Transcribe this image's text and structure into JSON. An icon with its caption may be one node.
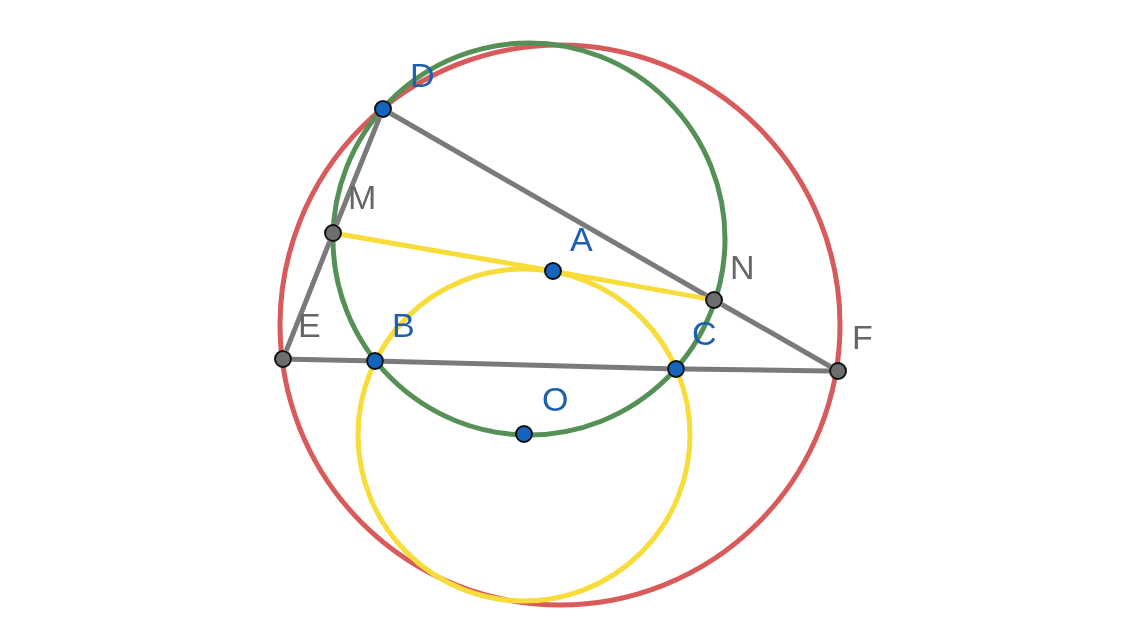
{
  "diagram": {
    "nodes": [
      {
        "text": [
          "D"
        ]
      },
      {
        "text": [
          "M"
        ]
      },
      {
        "text": [
          "A"
        ]
      },
      {
        "text": [
          "N"
        ]
      },
      {
        "text": [
          "E"
        ]
      },
      {
        "text": [
          "B"
        ]
      },
      {
        "text": [
          "C"
        ]
      },
      {
        "text": [
          "F"
        ]
      },
      {
        "text": [
          "O"
        ]
      }
    ],
    "edges": [
      {
        "from": 0,
        "to": 1,
        "arrow": "none"
      },
      {
        "from": 1,
        "to": 4,
        "arrow": "none"
      },
      {
        "from": 0,
        "to": 3,
        "arrow": "none"
      },
      {
        "from": 3,
        "to": 7,
        "arrow": "none"
      },
      {
        "from": 4,
        "to": 5,
        "arrow": "none"
      },
      {
        "from": 5,
        "to": 6,
        "arrow": "none"
      },
      {
        "from": 6,
        "to": 7,
        "arrow": "none"
      },
      {
        "from": 1,
        "to": 2,
        "arrow": "none",
        "color": "#f7dc3a"
      },
      {
        "from": 2,
        "to": 3,
        "arrow": "none",
        "color": "#f7dc3a"
      }
    ]
  }
}
